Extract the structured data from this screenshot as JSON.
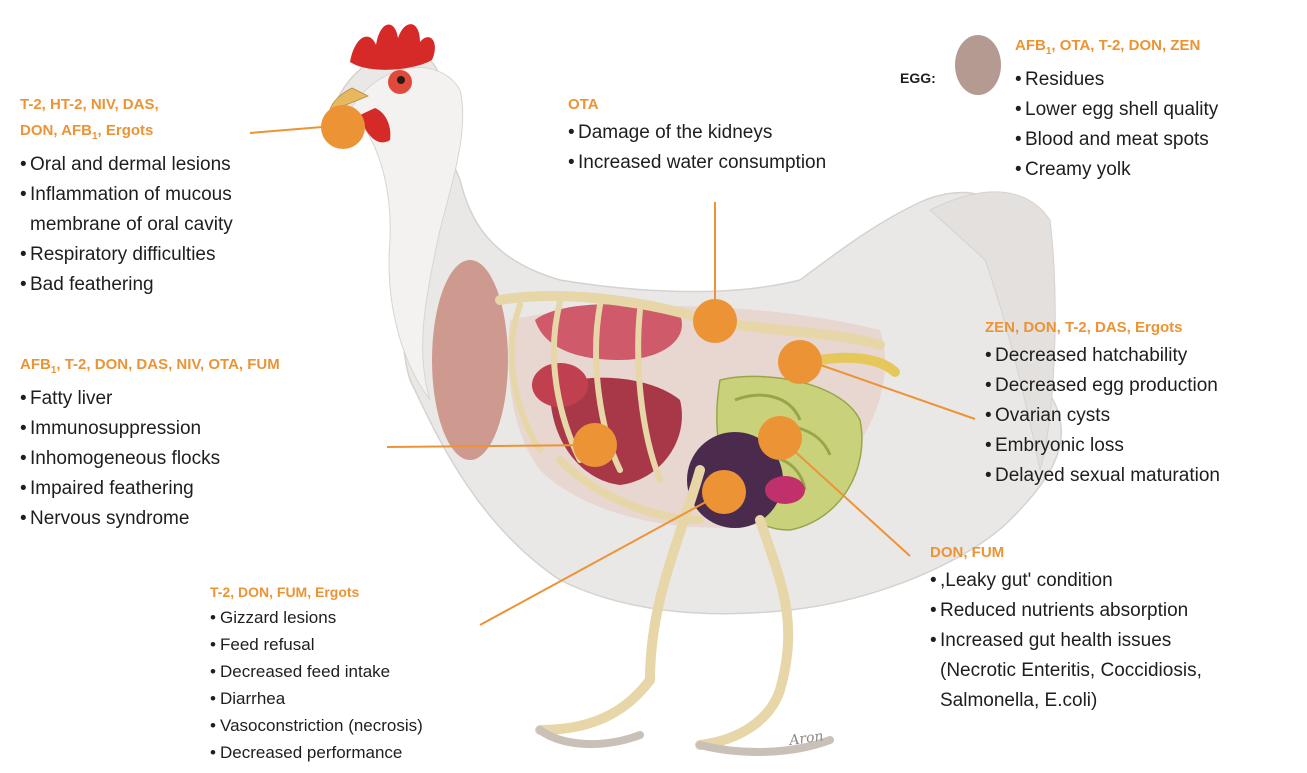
{
  "egg_label": "EGG:",
  "groups": [
    {
      "id": "head",
      "title_parts": [
        "T-2, HT-2, NIV, DAS,",
        "DON, AFB",
        "1",
        ", Ergots"
      ],
      "items": [
        "Oral and dermal lesions",
        "Inflammation of mucous",
        "membrane of oral cavity",
        "Respiratory difficulties",
        "Bad feathering"
      ]
    },
    {
      "id": "kidney",
      "title": "OTA",
      "items": [
        "Damage of the kidneys",
        "Increased water consumption"
      ]
    },
    {
      "id": "egg",
      "title_parts": [
        "AFB",
        "1",
        ", OTA, T-2, DON, ZEN"
      ],
      "items": [
        "Residues",
        "Lower egg shell quality",
        "Blood and meat spots",
        "Creamy yolk"
      ]
    },
    {
      "id": "reproductive",
      "title": "ZEN, DON, T-2, DAS, Ergots",
      "items": [
        "Decreased hatchability",
        "Decreased egg production",
        "Ovarian cysts",
        "Embryonic loss",
        "Delayed sexual maturation"
      ]
    },
    {
      "id": "liver",
      "title_parts": [
        "AFB",
        "1",
        ", T-2, DON, DAS, NIV, OTA, FUM"
      ],
      "items": [
        "Fatty liver",
        "Immunosuppression",
        "Inhomogeneous flocks",
        "Impaired feathering",
        "Nervous syndrome"
      ]
    },
    {
      "id": "gut",
      "title": "DON, FUM",
      "items": [
        ",Leaky gut' condition",
        "Reduced nutrients absorption",
        "Increased gut health issues",
        "(Necrotic Enteritis, Coccidiosis,",
        "Salmonella, E.coli)"
      ]
    },
    {
      "id": "gizzard",
      "title": "T-2, DON, FUM, Ergots",
      "items": [
        "Gizzard lesions",
        "Feed refusal",
        "Decreased feed intake",
        "Diarrhea",
        "Vasoconstriction (necrosis)",
        "Decreased performance"
      ]
    }
  ],
  "colors": {
    "accent": "#ec9435",
    "text": "#1e1e1e",
    "egg": "#b49a90",
    "body": "#eae8e6",
    "bone": "#e6d6a8",
    "comb": "#d62a28",
    "gut": "#c9d27a",
    "gizzard": "#4b2b4d",
    "organ": "#b45060"
  },
  "artist_signature": "Aron"
}
